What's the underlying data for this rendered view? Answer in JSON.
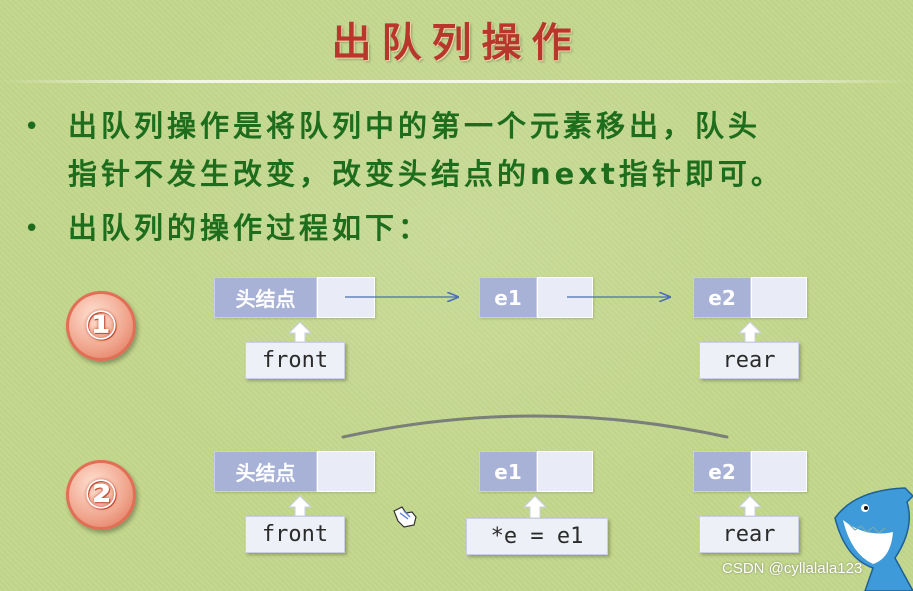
{
  "title": "出队列操作",
  "bullets": [
    {
      "lines": [
        "出队列操作是将队列中的第一个元素移出，队头",
        "指针不发生改变，改变头结点的next指针即可。"
      ]
    },
    {
      "lines": [
        "出队列的操作过程如下："
      ]
    }
  ],
  "steps": [
    {
      "label": "①",
      "nodes": [
        {
          "data": "头结点"
        },
        {
          "data": "e1"
        },
        {
          "data": "e2"
        }
      ],
      "pointers": [
        "front",
        "rear"
      ]
    },
    {
      "label": "②",
      "nodes": [
        {
          "data": "头结点"
        },
        {
          "data": "e1"
        },
        {
          "data": "e2"
        }
      ],
      "pointers": [
        "front",
        "*e = e1",
        "rear"
      ]
    }
  ],
  "watermark": "CSDN @cyllalala123",
  "colors": {
    "title": "#b8362c",
    "body_text": "#1d6d1d",
    "node_data": "#a8b1d6",
    "node_next": "#e9ecf6",
    "arrow": "#4a6fb0"
  },
  "icons": [
    "hand-cursor-icon",
    "shark-mascot-icon"
  ]
}
